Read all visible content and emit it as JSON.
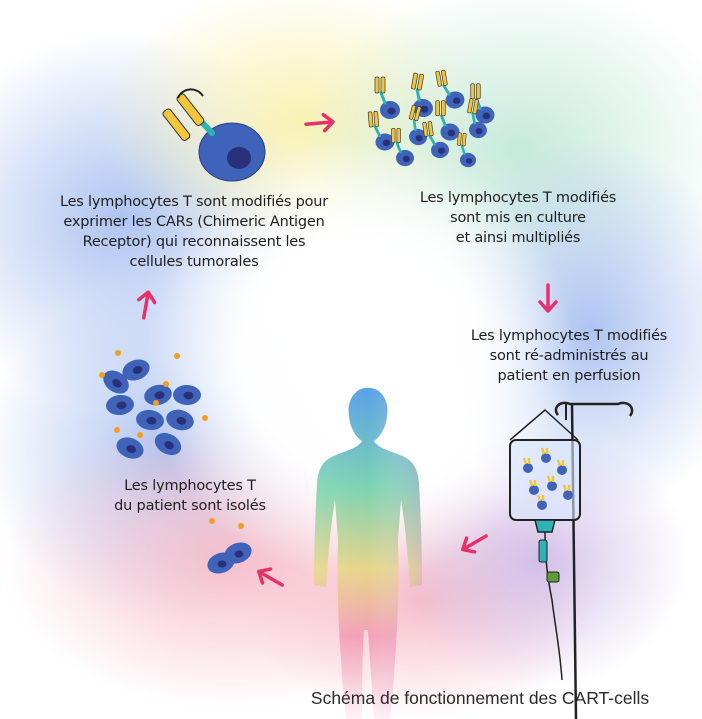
{
  "steps": {
    "modify": [
      "Les lymphocytes T sont modifiés pour",
      "exprimer les CARs (Chimeric Antigen",
      "Receptor) qui reconnaissent les",
      "cellules tumorales"
    ],
    "culture": [
      "Les lymphocytes T modifiés",
      "sont mis en culture",
      "et ainsi multipliés"
    ],
    "reinject": [
      "Les lymphocytes T modifiés",
      "sont ré-administrés au",
      "patient en perfusion"
    ],
    "isolate": [
      "Les lymphocytes T",
      "du patient sont isolés"
    ]
  },
  "caption": "Schéma de fonctionnement des CART-cells",
  "colors": {
    "arrow": "#e8306a",
    "cell": "#3f63b8",
    "nucleus": "#2a2f7a",
    "car_yellow": "#f2c53d",
    "car_teal": "#2bb3b5",
    "antigen": "#f0a020"
  },
  "icons": [
    "t-cell-icon",
    "car-receptor-icon",
    "iv-drip-icon",
    "human-silhouette-icon",
    "arrow-icon"
  ]
}
